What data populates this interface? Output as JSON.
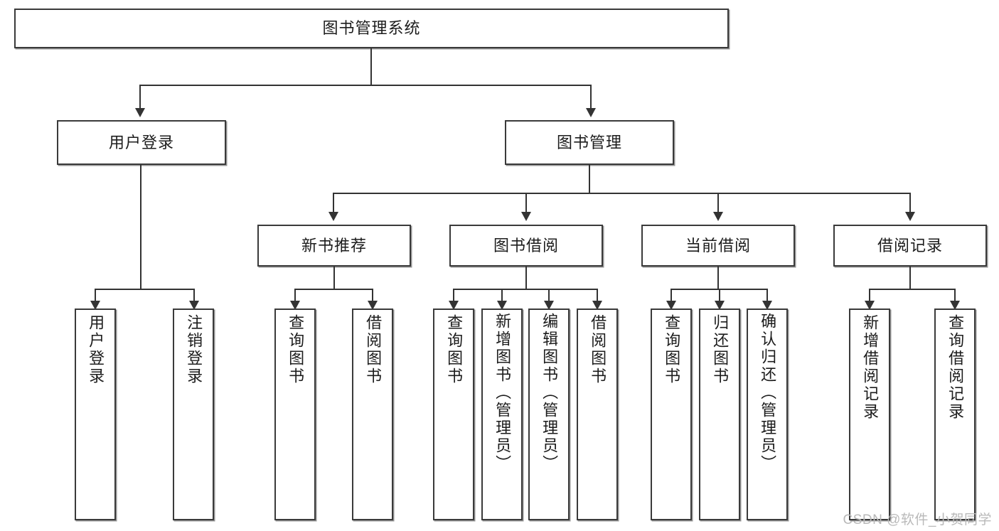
{
  "diagram": {
    "title": "图书管理系统",
    "watermark": "CSDN @软件_小贺同学",
    "root": {
      "label": "图书管理系统"
    },
    "level2": [
      {
        "label": "用户登录"
      },
      {
        "label": "图书管理"
      }
    ],
    "level3": [
      {
        "label": "新书推荐"
      },
      {
        "label": "图书借阅"
      },
      {
        "label": "当前借阅"
      },
      {
        "label": "借阅记录"
      }
    ],
    "leaves": {
      "user_login": [
        {
          "label": "用户登录"
        },
        {
          "label": "注销登录"
        }
      ],
      "new_book": [
        {
          "label": "查询图书"
        },
        {
          "label": "借阅图书"
        }
      ],
      "book_borrow": [
        {
          "label": "查询图书"
        },
        {
          "label": "新增图书（管理员）"
        },
        {
          "label": "编辑图书（管理员）"
        },
        {
          "label": "借阅图书"
        }
      ],
      "current_borrow": [
        {
          "label": "查询图书"
        },
        {
          "label": "归还图书"
        },
        {
          "label": "确认归还（管理员）"
        }
      ],
      "borrow_record": [
        {
          "label": "新增借阅记录"
        },
        {
          "label": "查询借阅记录"
        }
      ]
    }
  }
}
